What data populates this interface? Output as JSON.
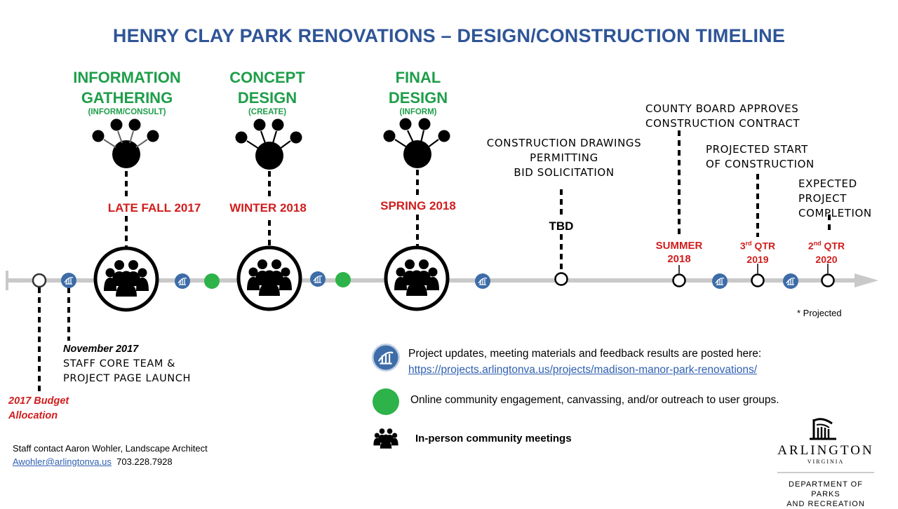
{
  "title": "HENRY CLAY PARK RENOVATIONS  – DESIGN/CONSTRUCTION TIMELINE",
  "phases": [
    {
      "title_line1": "INFORMATION",
      "title_line2": "GATHERING",
      "subtitle": "(INFORM/CONSULT)",
      "date": "LATE FALL 2017"
    },
    {
      "title_line1": "CONCEPT",
      "title_line2": "DESIGN",
      "subtitle": "(CREATE)",
      "date": "WINTER 2018"
    },
    {
      "title_line1": "FINAL",
      "title_line2": "DESIGN",
      "subtitle": "(INFORM)",
      "date": "SPRING  2018"
    }
  ],
  "construction": {
    "line1": "CONSTRUCTION DRAWINGS",
    "line2": "PERMITTING",
    "line3": "BID SOLICITATION",
    "date": "TBD"
  },
  "county_board": {
    "line1": "COUNTY BOARD APPROVES",
    "line2": "CONSTRUCTION CONTRACT",
    "date_line1": "SUMMER",
    "date_line2": "2018"
  },
  "projected_start": {
    "line1": "PROJECTED START",
    "line2": "OF CONSTRUCTION",
    "date_prefix": "3",
    "date_sup": "rd",
    "date_suffix": " QTR",
    "date_line2": "2019"
  },
  "completion": {
    "line1": "EXPECTED",
    "line2": "PROJECT",
    "line3": "COMPLETION",
    "date_prefix": "2",
    "date_sup": "nd",
    "date_suffix": " QTR",
    "date_line2": "2020"
  },
  "projected_note": "* Projected",
  "budget": {
    "line1": "2017  Budget",
    "line2": "Allocation"
  },
  "staff_launch": {
    "month": "November",
    "year": " 2017",
    "line2": "STAFF  CORE  TEAM  &",
    "line3": "PROJECT  PAGE  LAUNCH"
  },
  "legend": {
    "web_text": "Project updates, meeting materials and feedback results are posted here:",
    "web_link": "https://projects.arlingtonva.us/projects/madison-manor-park-renovations/",
    "online_text": "Online community engagement, canvassing, and/or outreach to user groups.",
    "meeting_text": "In-person community meetings"
  },
  "contact": {
    "line1": "Staff contact Aaron Wohler,  Landscape Architect",
    "email": "Awohler@arlingtonva.us",
    "phone": "703.228.7928"
  },
  "logo": {
    "name": "ARLINGTON",
    "state": "VIRGINIA",
    "dept_line1": "DEPARTMENT OF PARKS",
    "dept_line2": "AND RECREATION"
  },
  "colors": {
    "title": "#2f5597",
    "phase": "#1e9e4a",
    "date": "#d01d1d",
    "dot_online": "#2db34a",
    "timeline": "#c9c9c9",
    "web_icon": "#3d6ca8"
  }
}
